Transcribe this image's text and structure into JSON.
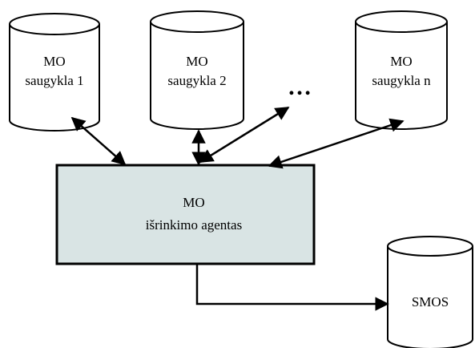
{
  "diagram": {
    "storages": [
      {
        "line1": "MO",
        "line2": "saugykla 1"
      },
      {
        "line1": "MO",
        "line2": "saugykla 2"
      },
      {
        "line1": "MO",
        "line2": "saugykla n"
      }
    ],
    "ellipsis": "…",
    "agent": {
      "line1": "MO",
      "line2": "išrinkimo agentas"
    },
    "output_storage": {
      "label": "SMOS"
    },
    "colors": {
      "agent_fill": "#d9e4e4",
      "stroke": "#000000"
    }
  }
}
